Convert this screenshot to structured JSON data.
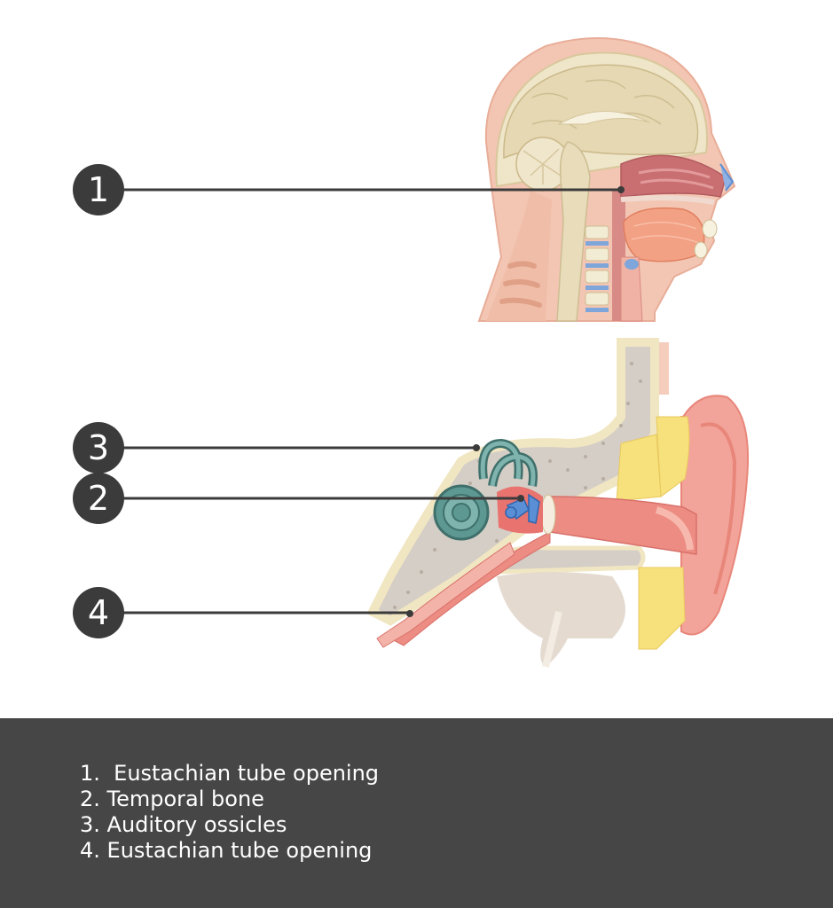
{
  "markers": [
    {
      "num": "1"
    },
    {
      "num": "2"
    },
    {
      "num": "3"
    },
    {
      "num": "4"
    }
  ],
  "legend": {
    "items": [
      "1.  Eustachian tube opening",
      "2. Temporal bone",
      "3. Auditory ossicles",
      "4. Eustachian tube opening"
    ]
  },
  "colors": {
    "marker_fill": "#3b3b3b",
    "legend_bg": "#464646",
    "skin": "#f3c6b3",
    "brain": "#e6d8b2",
    "bone": "#ede3c4",
    "canal": "#ec8c82",
    "cochlea": "#5e9893",
    "fat": "#f6e17c",
    "ossicle_blue": "#5a8fd6"
  }
}
